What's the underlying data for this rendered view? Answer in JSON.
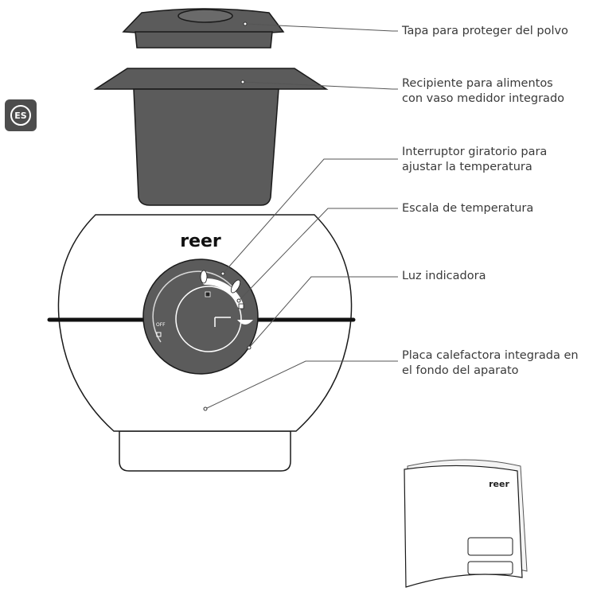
{
  "language_badge": "ES",
  "brand": "reer",
  "off_label": "OFF",
  "callouts": [
    {
      "id": "lid",
      "lines": [
        "Tapa para proteger del polvo"
      ]
    },
    {
      "id": "food-container",
      "lines": [
        "Recipiente para alimentos",
        "con vaso medidor integrado"
      ]
    },
    {
      "id": "rotary-switch",
      "lines": [
        "Interruptor giratorio para",
        "ajustar la temperatura"
      ]
    },
    {
      "id": "temperature-scale",
      "lines": [
        "Escala de temperatura"
      ]
    },
    {
      "id": "indicator-light",
      "lines": [
        "Luz indicadora"
      ]
    },
    {
      "id": "heating-plate",
      "lines": [
        "Placa calefactora integrada en",
        "el fondo del aparato"
      ]
    }
  ],
  "colors": {
    "part_dark": "#5b5b5b",
    "outline": "#1a1a1a",
    "leader_line": "#555555",
    "dial_arc": "#d9d9d9"
  }
}
